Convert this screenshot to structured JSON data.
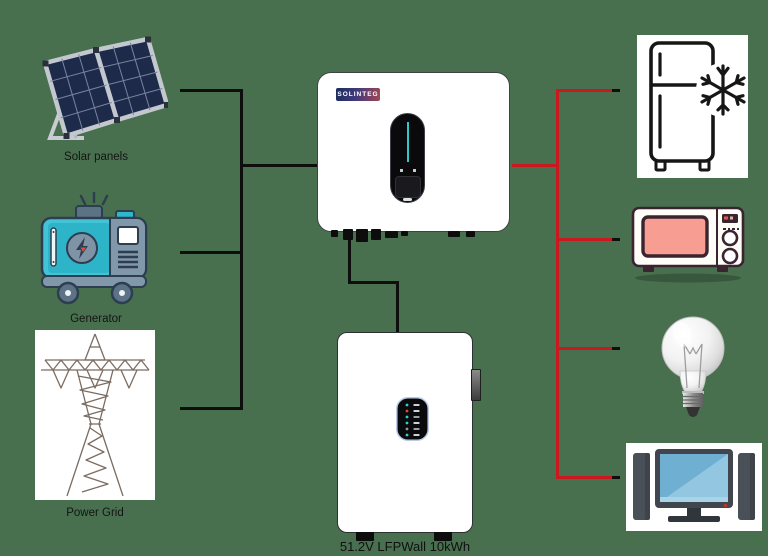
{
  "canvas": {
    "background_color": "#48704E"
  },
  "colors": {
    "input_wire": "#0e0e0e",
    "output_wire": "#c9191f",
    "display_accent": "#2fc9cb",
    "card_white": "#ffffff"
  },
  "sources": [
    {
      "label": "Solar panels"
    },
    {
      "label": "Generator"
    },
    {
      "label": "Power Grid"
    }
  ],
  "inverter": {
    "brand_logo": "SOLINTEG"
  },
  "battery": {
    "caption": "51.2V LFPWall 10kWh"
  },
  "loads": [
    {
      "name": "refrigerator"
    },
    {
      "name": "microwave-oven"
    },
    {
      "name": "light-bulb"
    },
    {
      "name": "television"
    }
  ]
}
